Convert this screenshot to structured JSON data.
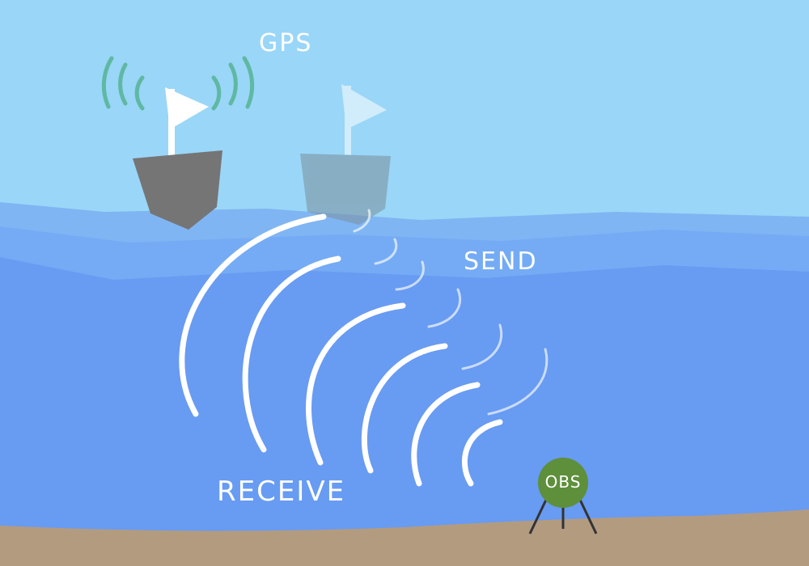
{
  "labels": {
    "gps": "GPS",
    "send": "SEND",
    "receive": "RECEIVE",
    "obs": "OBS"
  },
  "icons": {
    "gps_signal": "gps-signal-icon",
    "ship": "ship-icon",
    "flag": "flag-icon",
    "obs": "ocean-bottom-seismometer-icon"
  },
  "colors": {
    "sky": "#9ad6f7",
    "water_surface": "#7fb4f4",
    "water_mid": "#6ea5f5",
    "water_deep": "#6699f2",
    "seafloor": "#b39b80",
    "ship_hull": "#767676",
    "signal_arcs": "#5fb8a3",
    "obs_body": "#5e8f3b"
  }
}
